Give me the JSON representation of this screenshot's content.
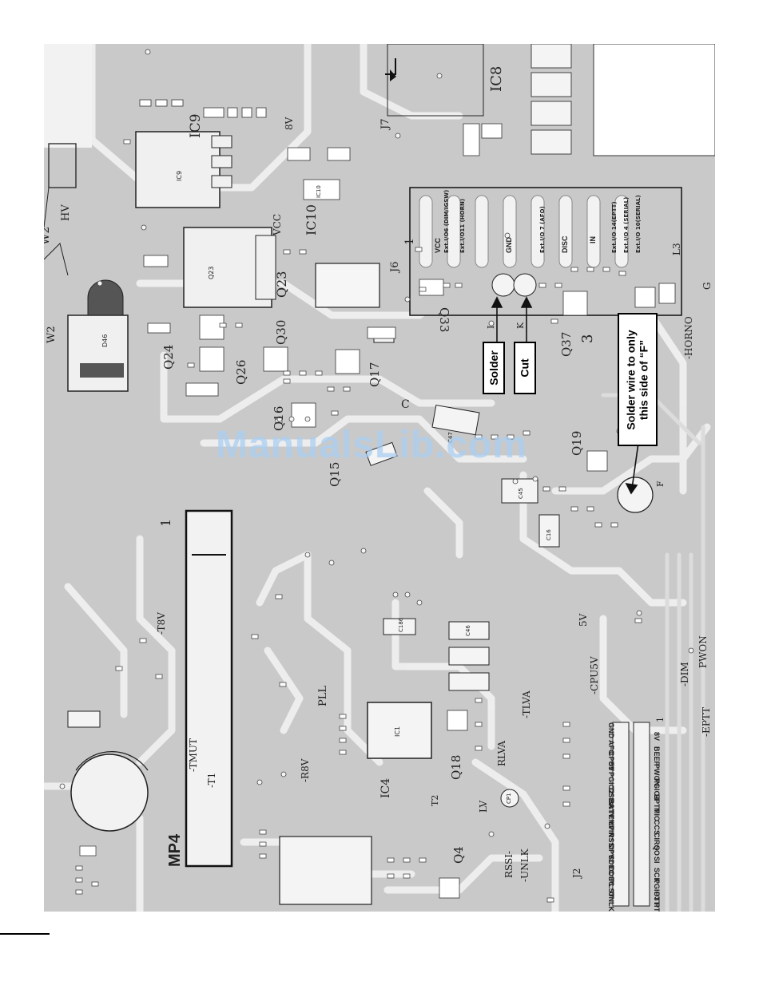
{
  "diagram": {
    "board_labels": {
      "ic9": "IC9",
      "ic10": "IC10",
      "ic10_body": "IC10",
      "ic9_body": "IC9",
      "ic8": "IC8",
      "v8": "8V",
      "vcc": "VCC",
      "q23": "Q23",
      "q23_body": "Q23",
      "q24": "Q24",
      "q26": "Q26",
      "q30": "Q30",
      "q33": "Q33",
      "q16": "Q16",
      "q17": "Q17",
      "q15": "Q15",
      "q37": "Q37",
      "q19": "Q19",
      "q18": "Q18",
      "q4": "Q4",
      "three": "3",
      "j6": "J6",
      "j7": "J7",
      "w2_top": "W2",
      "w2_left": "W2",
      "hv": "HV",
      "d46": "D46",
      "horno": "-HORNO",
      "g": "G",
      "l3": "L3",
      "i_mark": "I",
      "k_mark": "K",
      "f_mark": "F",
      "c_mark": "C",
      "one_connector": "1",
      "one_mp4": "1",
      "mp4": "MP4",
      "tmut": "-TMUT",
      "t1": "-T1",
      "r8v": "-R8V",
      "t8v": "-T8V",
      "pll": "PLL",
      "ic4": "IC4",
      "ic1": "IC1",
      "t2": "T2",
      "lv": "LV",
      "cp1": "CP1",
      "rssi": "RSSI-",
      "unlk": "-UNLK",
      "rlva": "RLVA",
      "tlva": "-TLVA",
      "cpu5v": "-CPU5V",
      "v5": "5V",
      "dim": "-DIM",
      "pwon": "PWON",
      "eptt": "-EPTT",
      "one_cpu": "1",
      "j2": "J2",
      "c46": "C46",
      "c47": "C47",
      "c45": "C45",
      "c16": "C16",
      "c186": "C186"
    },
    "connector_pins": {
      "top_row": [
        "VCC",
        "GND",
        "DISC",
        "IN"
      ],
      "top_notes": [
        "Ext.I/O6 (DIM/IGSW)",
        "Ext.I/O11 (HORN)",
        "Ext.I/O 7 (AFO)",
        "Ext.I/O 14(EPTT)",
        "Ext.I/O 4 (SERIAL)",
        "Ext.I/O 10(SERIAL)"
      ]
    },
    "cpu_pins_left": [
      "GND",
      "AFO",
      "CPU5",
      "5V",
      "PGIO2",
      "DSDA",
      "BATV",
      "TEMP",
      "LVIN",
      "RSSI",
      "OPV1",
      "SDEC",
      "CDEC",
      "PLST",
      "UNLK"
    ],
    "cpu_pins_right": [
      "8V",
      "BEEP",
      "PWON",
      "PGIO4",
      "EPTT",
      "MIC",
      "CCS",
      "CIRQ",
      "SO",
      "SI",
      "SCK",
      "PGIO3",
      "PTTI",
      "PTTO"
    ],
    "callouts": {
      "solder": "Solder",
      "cut": "Cut",
      "solder_wire_line1": "Solder wire to only",
      "solder_wire_line2": "this side of “F”"
    },
    "watermark": "ManualsLib.com"
  }
}
